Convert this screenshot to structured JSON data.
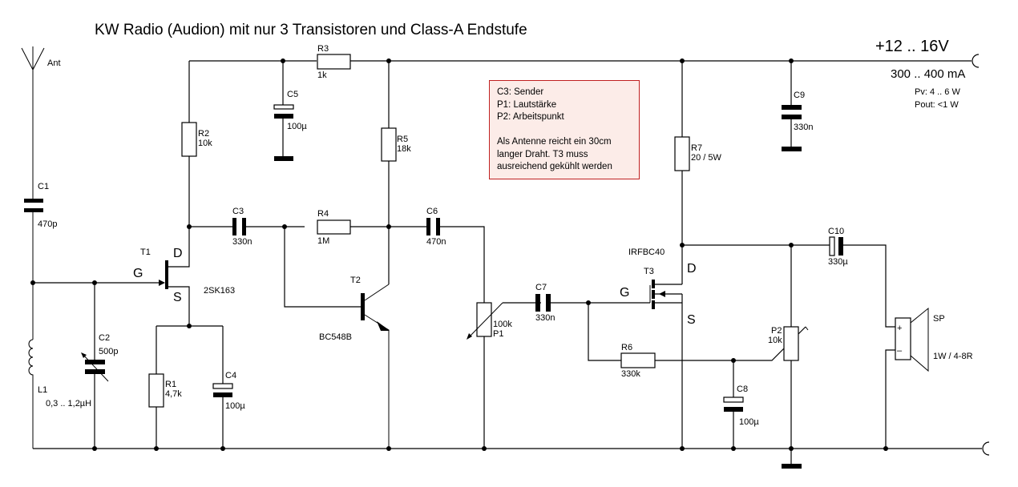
{
  "title": "KW Radio (Audion) mit nur 3 Transistoren und Class-A Endstufe",
  "supply": {
    "voltage": "+12 .. 16V",
    "current": "300 .. 400 mA",
    "pv": "Pv: 4 .. 6 W",
    "pout": "Pout: <1 W"
  },
  "notes": {
    "lines": [
      "C3: Sender",
      "P1: Lautstärke",
      "P2: Arbeitspunkt",
      "",
      "Als Antenne reicht ein 30cm",
      "langer Draht. T3 muss",
      "ausreichend gekühlt werden"
    ],
    "border_color": "#c02020",
    "background_color": "#fcece8"
  },
  "components": {
    "antenna": {
      "name": "Ant"
    },
    "C1": {
      "name": "C1",
      "value": "470p"
    },
    "C2": {
      "name": "C2",
      "value": "500p"
    },
    "C3": {
      "name": "C3",
      "value": "330n"
    },
    "C4": {
      "name": "C4",
      "value": "100µ"
    },
    "C5": {
      "name": "C5",
      "value": "100µ"
    },
    "C6": {
      "name": "C6",
      "value": "470n"
    },
    "C7": {
      "name": "C7",
      "value": "330n"
    },
    "C8": {
      "name": "C8",
      "value": "100µ"
    },
    "C9": {
      "name": "C9",
      "value": "330n"
    },
    "C10": {
      "name": "C10",
      "value": "330µ"
    },
    "R1": {
      "name": "R1",
      "value": "4,7k"
    },
    "R2": {
      "name": "R2",
      "value": "10k"
    },
    "R3": {
      "name": "R3",
      "value": "1k"
    },
    "R4": {
      "name": "R4",
      "value": "1M"
    },
    "R5": {
      "name": "R5",
      "value": "18k"
    },
    "R6": {
      "name": "R6",
      "value": "330k"
    },
    "R7": {
      "name": "R7",
      "value": "20 / 5W"
    },
    "P1": {
      "name": "P1",
      "value": "100k"
    },
    "P2": {
      "name": "P2",
      "value": "10k"
    },
    "L1": {
      "name": "L1",
      "value": "0,3 .. 1,2µH"
    },
    "T1": {
      "name": "T1",
      "type": "2SK163",
      "pins": {
        "g": "G",
        "d": "D",
        "s": "S"
      }
    },
    "T2": {
      "name": "T2",
      "type": "BC548B"
    },
    "T3": {
      "name": "T3",
      "type": "IRFBC40",
      "pins": {
        "g": "G",
        "d": "D",
        "s": "S"
      }
    },
    "SP": {
      "name": "SP",
      "value": "1W / 4-8R",
      "plus": "+",
      "minus": "–"
    }
  }
}
